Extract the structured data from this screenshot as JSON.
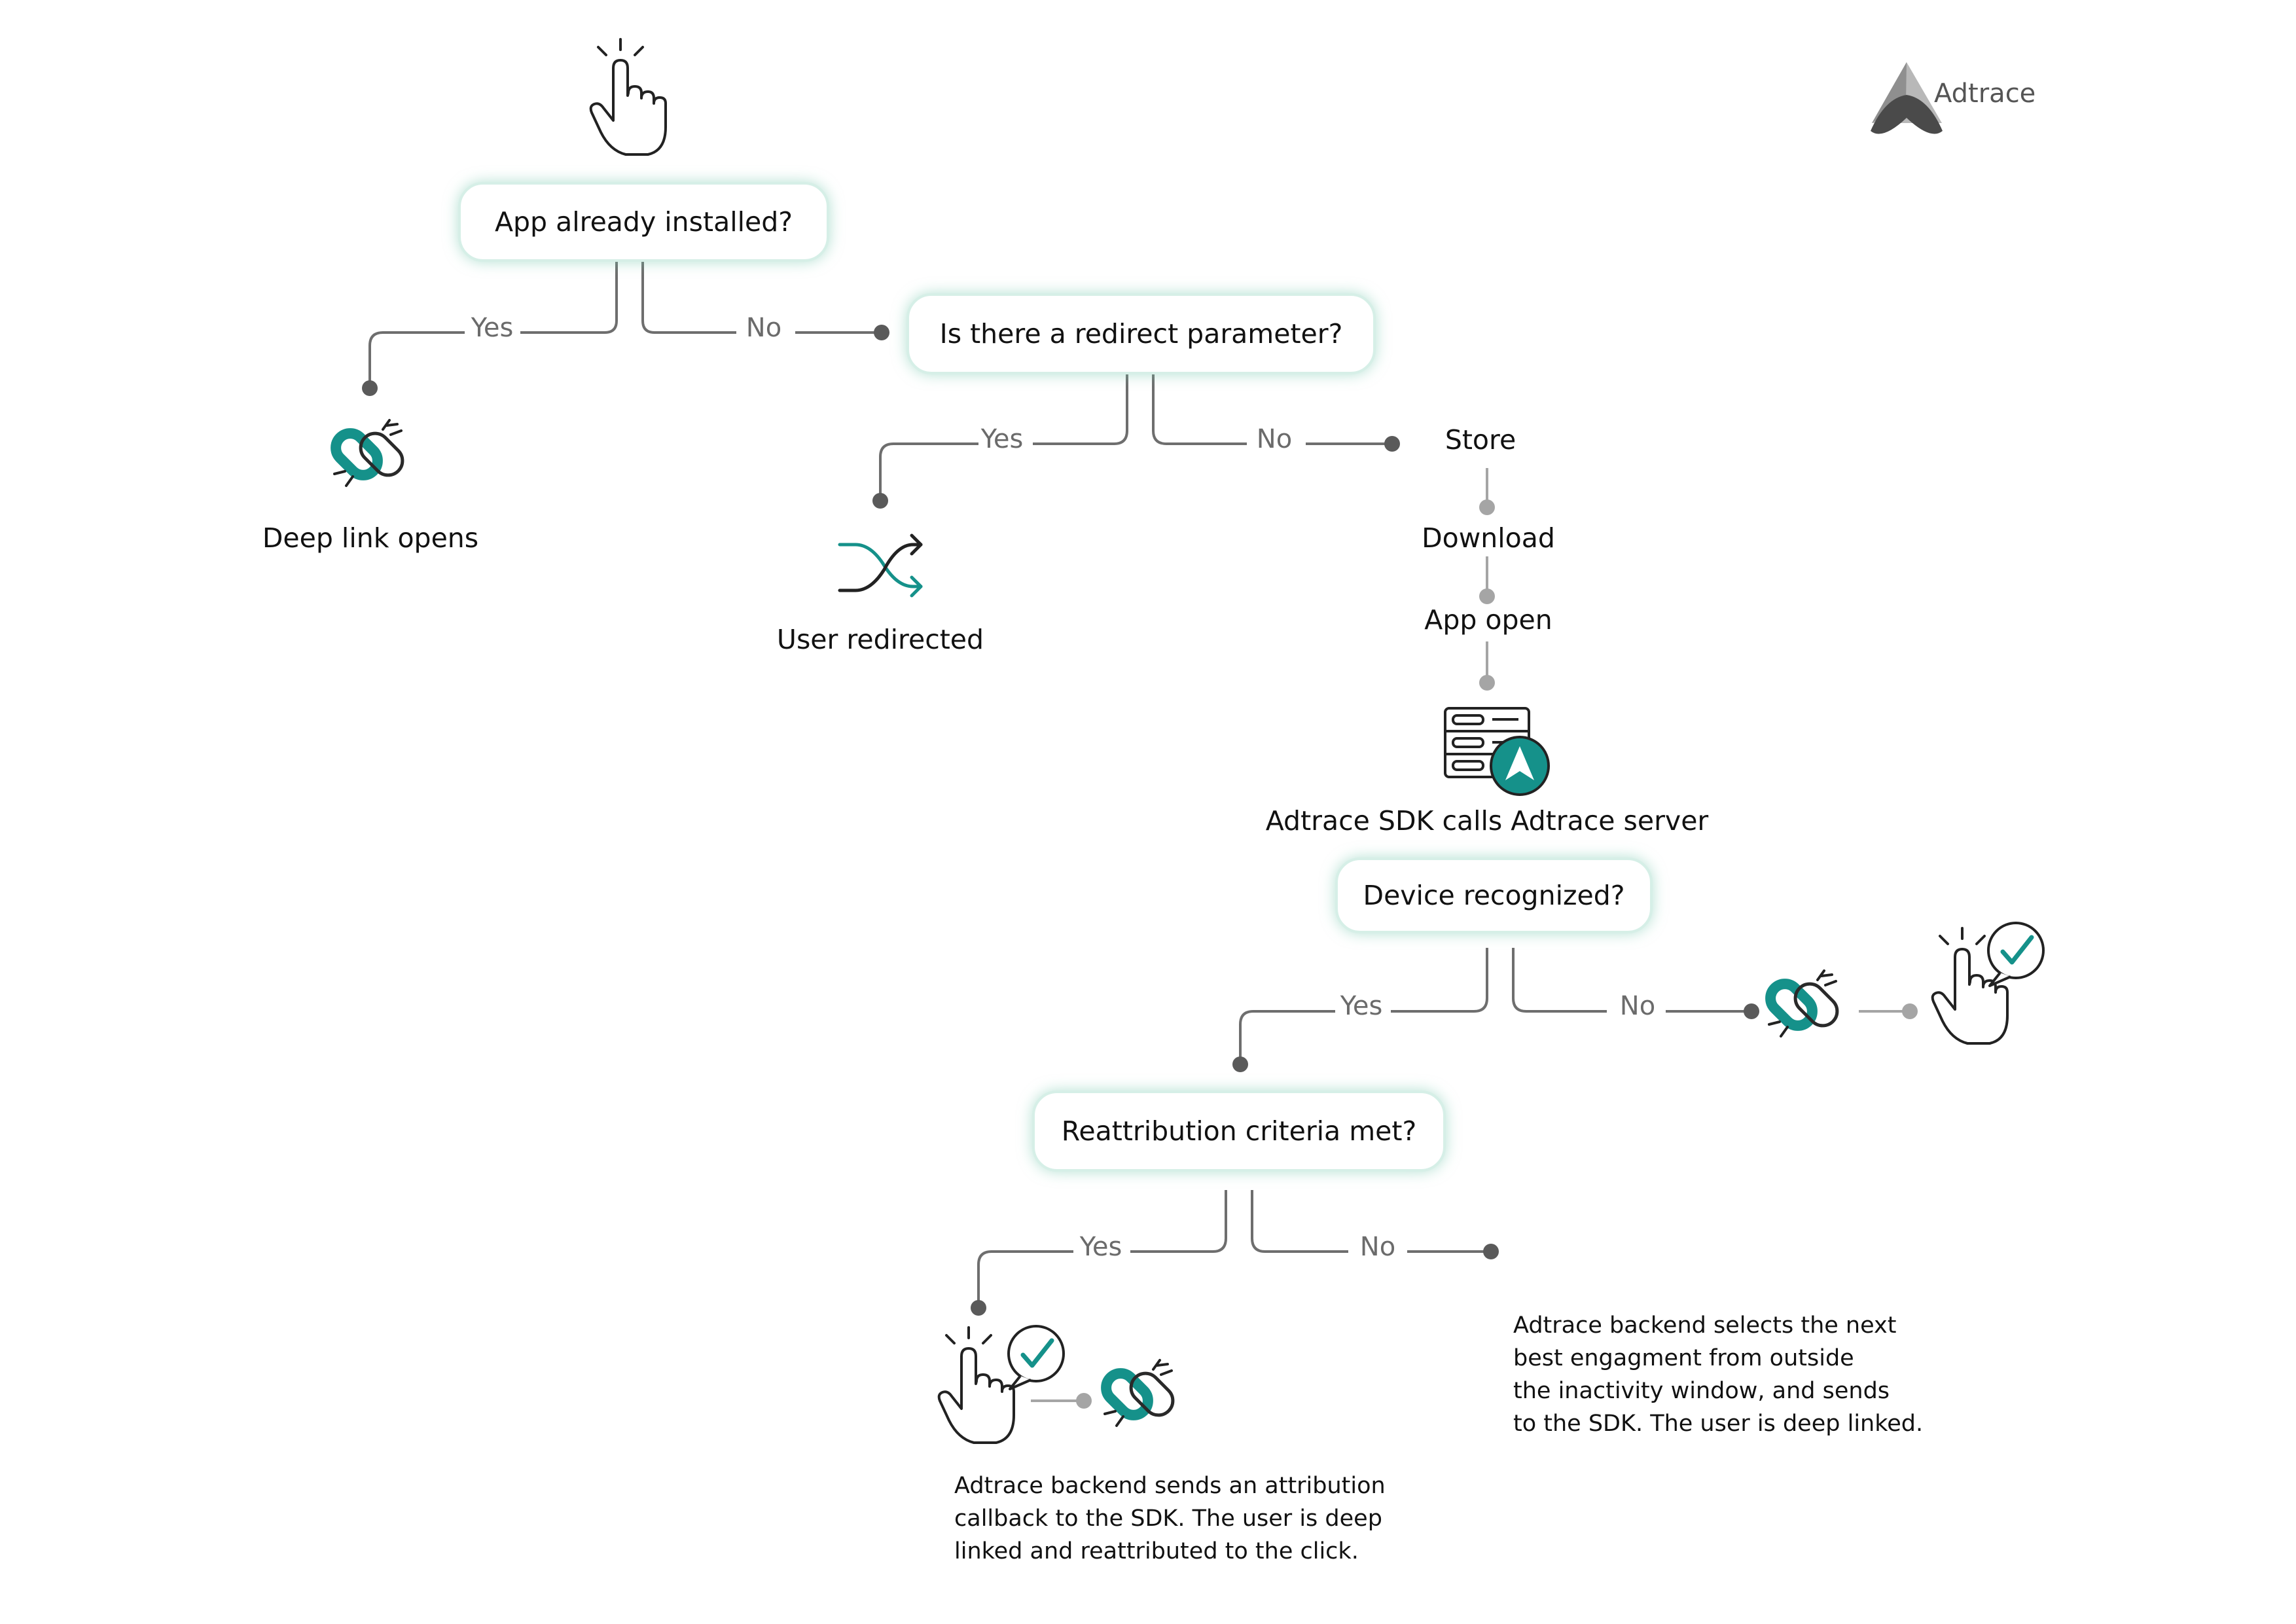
{
  "brand": {
    "name": "Adtrace",
    "logo": "adtrace-logo"
  },
  "decisions": {
    "app_installed": "App already installed?",
    "redirect_param": "Is there a redirect parameter?",
    "device_recognized": "Device recognized?",
    "reattribution": "Reattribution criteria met?"
  },
  "branches": {
    "installed_yes": "Yes",
    "installed_no": "No",
    "redirect_yes": "Yes",
    "redirect_no": "No",
    "device_yes": "Yes",
    "device_no": "No",
    "reattr_yes": "Yes",
    "reattr_no": "No"
  },
  "outcomes": {
    "deep_link_opens": "Deep link opens",
    "user_redirected": "User redirected",
    "store": "Store",
    "download": "Download",
    "app_open": "App open",
    "sdk_calls_server": "Adtrace SDK calls Adtrace server"
  },
  "notes": {
    "reattr_yes_text": [
      "Adtrace backend sends an attribution",
      "callback to the SDK. The user is deep",
      "linked and reattributed to the click."
    ],
    "reattr_no_text": [
      "Adtrace backend selects the next",
      "best engagment from outside",
      "the inactivity window, and sends",
      "to the SDK. The user is deep linked."
    ]
  },
  "icons": [
    "tap-hand-icon",
    "deep-link-chain-icon",
    "shuffle-redirect-icon",
    "server-sdk-icon",
    "tap-confirm-icon"
  ],
  "colors": {
    "accent": "#15918a",
    "line": "#6e6e6e",
    "dot": "#5a5a5a",
    "dot_light": "#a5a5a5",
    "box_glow": "#d6efe7"
  }
}
